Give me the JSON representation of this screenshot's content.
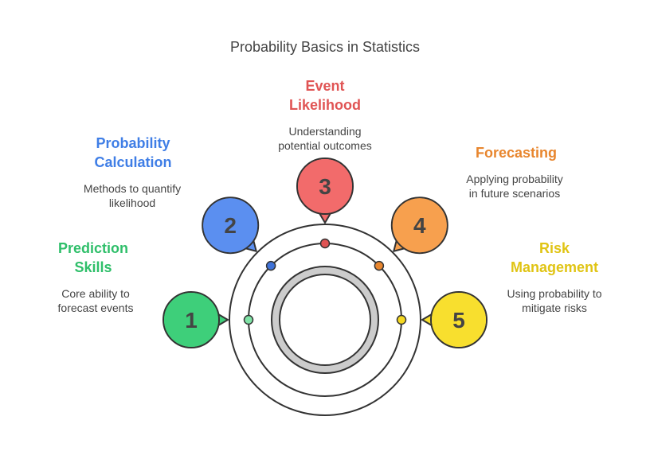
{
  "title": "Probability Basics in Statistics",
  "steps": [
    {
      "number": "1",
      "heading_lines": [
        "Prediction",
        "Skills"
      ],
      "desc_lines": [
        "Core ability to",
        "forecast events"
      ],
      "color": "#3ecf7a",
      "heading_color": "#2fbf6a",
      "dot_color": "#7fe3a6"
    },
    {
      "number": "2",
      "heading_lines": [
        "Probability",
        "Calculation"
      ],
      "desc_lines": [
        "Methods to quantify",
        "likelihood"
      ],
      "color": "#5b8ff0",
      "heading_color": "#3f7ee6",
      "dot_color": "#3f72d8"
    },
    {
      "number": "3",
      "heading_lines": [
        "Event",
        "Likelihood"
      ],
      "desc_lines": [
        "Understanding",
        "potential outcomes"
      ],
      "color": "#f26b6b",
      "heading_color": "#e05454",
      "dot_color": "#e05454"
    },
    {
      "number": "4",
      "heading_lines": [
        "Forecasting"
      ],
      "desc_lines": [
        "Applying probability",
        "in future scenarios"
      ],
      "color": "#f7a04e",
      "heading_color": "#e8862e",
      "dot_color": "#e8862e"
    },
    {
      "number": "5",
      "heading_lines": [
        "Risk",
        "Management"
      ],
      "desc_lines": [
        "Using probability to",
        "mitigate risks"
      ],
      "color": "#f8df2e",
      "heading_color": "#e0c414",
      "dot_color": "#f5d820"
    }
  ]
}
